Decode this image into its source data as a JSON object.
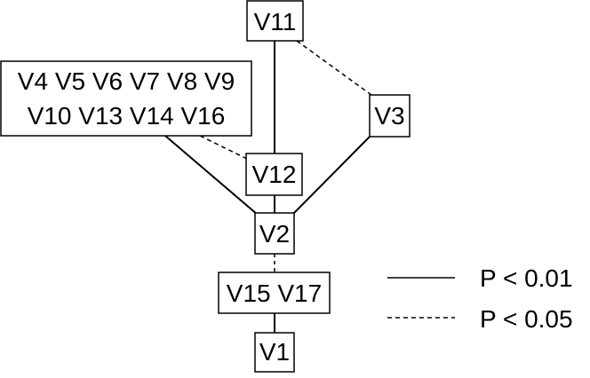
{
  "nodes": {
    "v11": "V11",
    "group_line1": "V4 V5 V6 V7 V8 V9",
    "group_line2": "V10 V13 V14 V16",
    "v3": "V3",
    "v12": "V12",
    "v2": "V2",
    "v15_v17": "V15 V17",
    "v1": "V1"
  },
  "edges": [
    {
      "from": "V11",
      "to": "V12",
      "style": "solid"
    },
    {
      "from": "V11",
      "to": "V3",
      "style": "dashed"
    },
    {
      "from": "V4 V5 V6 V7 V8 V9 V10 V13 V14 V16",
      "to": "V12",
      "style": "dashed"
    },
    {
      "from": "V4 V5 V6 V7 V8 V9 V10 V13 V14 V16",
      "to": "V2",
      "style": "solid"
    },
    {
      "from": "V3",
      "to": "V2",
      "style": "solid"
    },
    {
      "from": "V12",
      "to": "V2",
      "style": "solid"
    },
    {
      "from": "V2",
      "to": "V15 V17",
      "style": "dashed"
    },
    {
      "from": "V15 V17",
      "to": "V1",
      "style": "solid"
    }
  ],
  "legend": {
    "solid_label": "P < 0.01",
    "dashed_label": "P < 0.05"
  }
}
